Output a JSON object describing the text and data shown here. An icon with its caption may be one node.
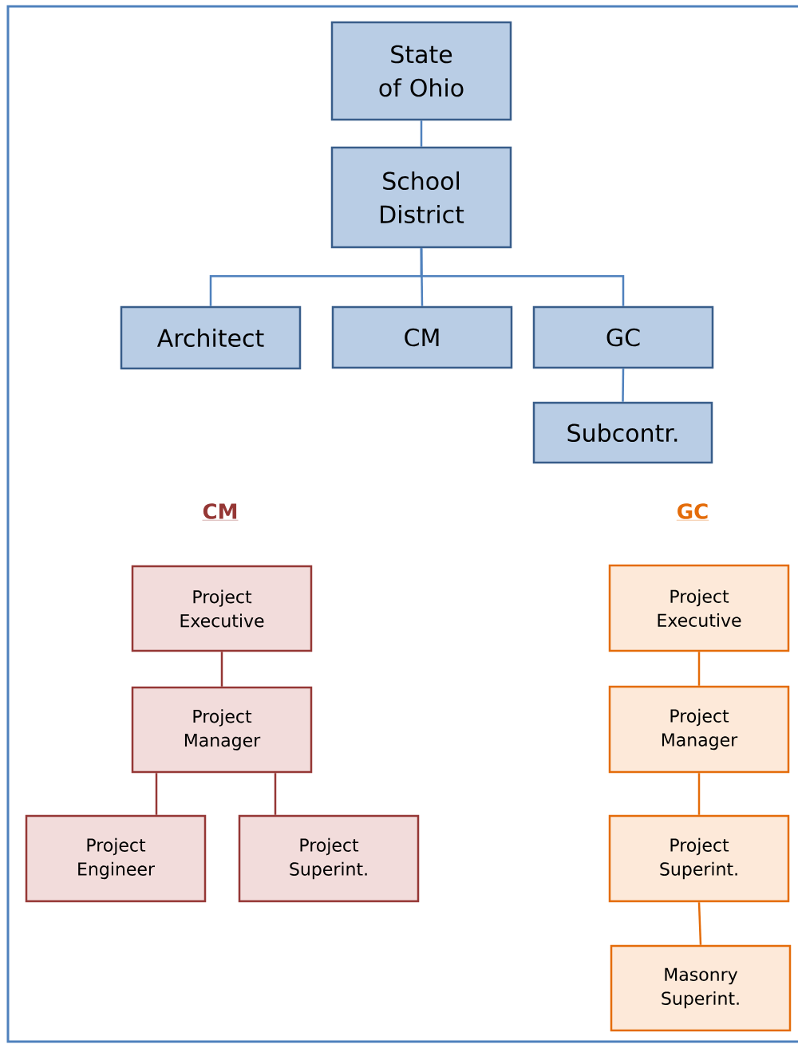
{
  "diagram": {
    "nodes": [
      {
        "text": [
          "State of Ohio"
        ]
      },
      {
        "text": [
          "School District"
        ]
      },
      {
        "text": [
          "Architect"
        ]
      },
      {
        "text": [
          "CM"
        ]
      },
      {
        "text": [
          "GC"
        ]
      },
      {
        "text": [
          "Subcontr."
        ]
      },
      {
        "text": [
          "Project Executive"
        ]
      },
      {
        "text": [
          "Project Manager"
        ]
      },
      {
        "text": [
          "Project Engineer"
        ]
      },
      {
        "text": [
          "Project Superint."
        ]
      },
      {
        "text": [
          "Project Executive"
        ]
      },
      {
        "text": [
          "Project Manager"
        ]
      },
      {
        "text": [
          "Project Superint."
        ]
      },
      {
        "text": [
          "Masonry Superint."
        ]
      }
    ],
    "edges": [
      {
        "from": 0,
        "to": 1,
        "arrow": "none"
      },
      {
        "from": 1,
        "to": 2,
        "arrow": "none"
      },
      {
        "from": 1,
        "to": 3,
        "arrow": "none"
      },
      {
        "from": 1,
        "to": 4,
        "arrow": "none"
      },
      {
        "from": 4,
        "to": 5,
        "arrow": "none"
      },
      {
        "from": 6,
        "to": 7,
        "arrow": "none",
        "color": "#953735"
      },
      {
        "from": 7,
        "to": 8,
        "arrow": "none",
        "color": "#953735"
      },
      {
        "from": 7,
        "to": 9,
        "arrow": "none",
        "color": "#953735"
      },
      {
        "from": 10,
        "to": 11,
        "arrow": "none",
        "color": "#e46c0a"
      },
      {
        "from": 11,
        "to": 12,
        "arrow": "none",
        "color": "#e46c0a"
      },
      {
        "from": 12,
        "to": 13,
        "arrow": "none",
        "color": "#e46c0a"
      }
    ],
    "labels": [
      "CM",
      "GC"
    ]
  }
}
